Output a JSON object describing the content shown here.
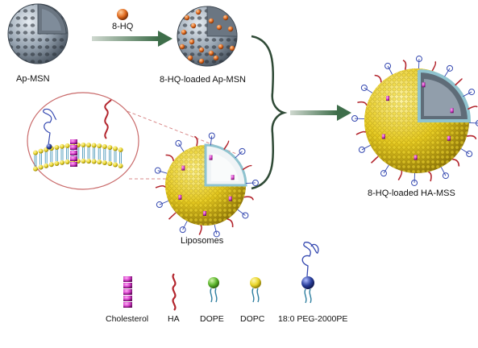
{
  "labels": {
    "ap_msn": "Ap-MSN",
    "reagent": "8-HQ",
    "loaded_ap_msn": "8-HQ-loaded Ap-MSN",
    "liposomes": "Liposomes",
    "product": "8-HQ-loaded HA-MSS"
  },
  "legend": [
    {
      "label": "Cholesterol",
      "icon": "cholesterol-chain-icon"
    },
    {
      "label": "HA",
      "icon": "ha-wavy-chain-icon"
    },
    {
      "label": "DOPE",
      "icon": "dope-lipid-icon"
    },
    {
      "label": "DOPC",
      "icon": "dopc-lipid-icon"
    },
    {
      "label": "18:0 PEG-2000PE",
      "icon": "peg-lipid-icon"
    }
  ],
  "colors": {
    "silica": "#8d99a6",
    "drug": "#e06a1f",
    "arrow": "#3e6e4a",
    "lipid_head": "#e8d42a",
    "cholesterol": "#d43cc8",
    "ha": "#b3262e",
    "peg_head": "#2a3f9c",
    "dope_head": "#5bb52c",
    "callout": "#d98a8a"
  }
}
